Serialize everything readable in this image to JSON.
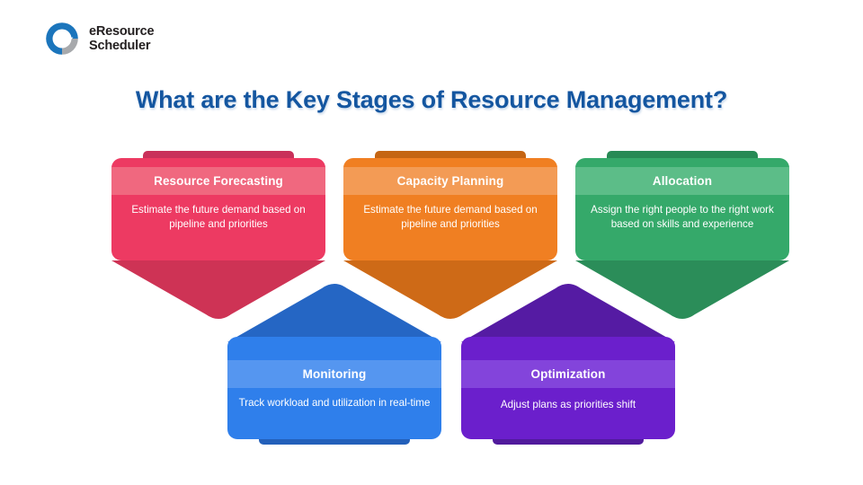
{
  "brand": {
    "name_line1": "eResource",
    "name_line2": "Scheduler",
    "logo_icon": "eresource-circle-logo",
    "logo_blue": "#1B75BC",
    "logo_grey": "#A7A9AC"
  },
  "header": {
    "title": "What are the Key Stages of Resource Management?",
    "title_color": "#1456A0"
  },
  "stages": [
    {
      "title": "Resource Forecasting",
      "description": "Estimate the future demand based on pipeline and priorities",
      "row": "top",
      "body_color": "#ED3A62",
      "band_color": "#F0687F",
      "tail_color": "#CE3355",
      "tab_color": "#C9305A"
    },
    {
      "title": "Capacity Planning",
      "description": "Estimate the future demand based on pipeline and priorities",
      "row": "top",
      "body_color": "#F07F22",
      "band_color": "#F39B55",
      "tail_color": "#CE6A17",
      "tab_color": "#C56513"
    },
    {
      "title": "Allocation",
      "description": "Assign the right people to the right work based on skills and experience",
      "row": "top",
      "body_color": "#35A96A",
      "band_color": "#5CBD88",
      "tail_color": "#2B8D59",
      "tab_color": "#278A55"
    },
    {
      "title": "Monitoring",
      "description": "Track workload and utilization in real-time",
      "row": "bottom",
      "body_color": "#2F7FEB",
      "band_color": "#5596F0",
      "tail_color": "#2566C4",
      "tab_color": "#2360BA"
    },
    {
      "title": "Optimization",
      "description": "Adjust plans as priorities shift",
      "row": "bottom",
      "body_color": "#6B1FCC",
      "band_color": "#8344DB",
      "tail_color": "#551BA3",
      "tab_color": "#511A9C"
    }
  ]
}
